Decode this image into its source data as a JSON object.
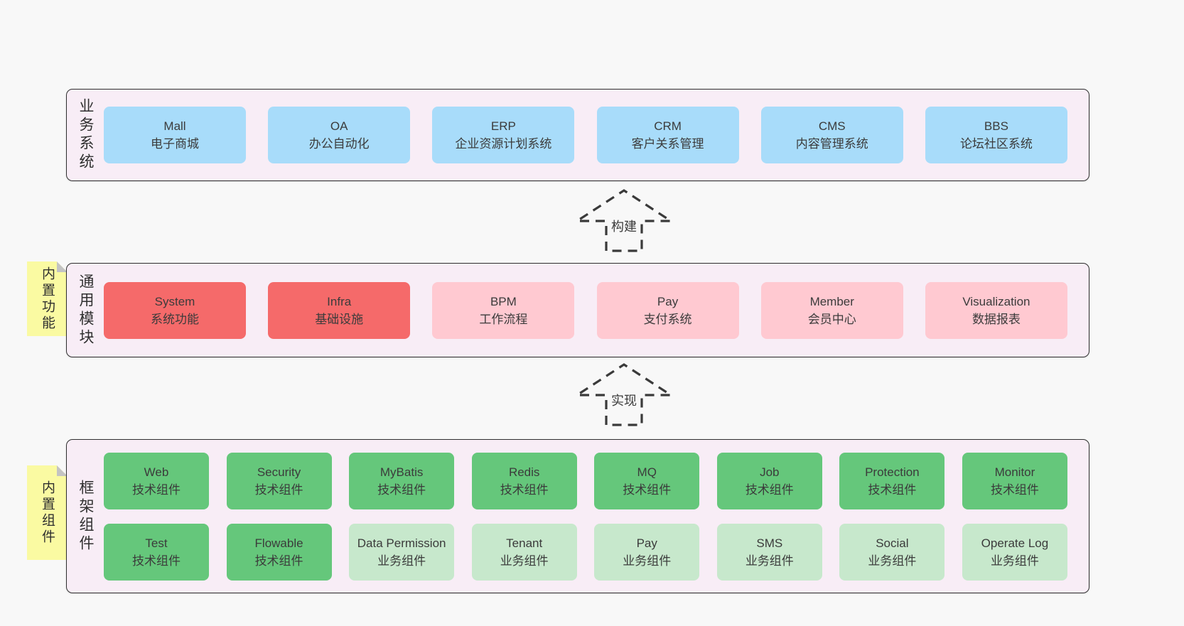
{
  "colors": {
    "page_bg": "#f8f8f8",
    "band_bg": "#f8edf6",
    "band_border": "#2f2f2f",
    "blue": "#a8dcfa",
    "red": "#f56a6a",
    "pink": "#ffc9d1",
    "green_dark": "#65c77b",
    "green_light": "#c7e8cc",
    "sticky_yellow": "#fafaa2",
    "fold_gray": "#c3c3c3",
    "arrow": "#3a3a3a",
    "text": "#3b3b3b"
  },
  "band_business": {
    "label": "业务系统",
    "boxes": [
      {
        "en": "Mall",
        "zh": "电子商城"
      },
      {
        "en": "OA",
        "zh": "办公自动化"
      },
      {
        "en": "ERP",
        "zh": "企业资源计划系统"
      },
      {
        "en": "CRM",
        "zh": "客户关系管理"
      },
      {
        "en": "CMS",
        "zh": "内容管理系统"
      },
      {
        "en": "BBS",
        "zh": "论坛社区系统"
      }
    ]
  },
  "arrow_build": {
    "label": "构建"
  },
  "band_modules": {
    "label": "通用模块",
    "sticky": "内置功能",
    "boxes": [
      {
        "en": "System",
        "zh": "系统功能",
        "variant": "red"
      },
      {
        "en": "Infra",
        "zh": "基础设施",
        "variant": "red"
      },
      {
        "en": "BPM",
        "zh": "工作流程",
        "variant": "pink"
      },
      {
        "en": "Pay",
        "zh": "支付系统",
        "variant": "pink"
      },
      {
        "en": "Member",
        "zh": "会员中心",
        "variant": "pink"
      },
      {
        "en": "Visualization",
        "zh": "数据报表",
        "variant": "pink"
      }
    ]
  },
  "arrow_implement": {
    "label": "实现"
  },
  "band_framework": {
    "label": "框架组件",
    "sticky": "内置组件",
    "row1": [
      {
        "en": "Web",
        "zh": "技术组件",
        "variant": "dark"
      },
      {
        "en": "Security",
        "zh": "技术组件",
        "variant": "dark"
      },
      {
        "en": "MyBatis",
        "zh": "技术组件",
        "variant": "dark"
      },
      {
        "en": "Redis",
        "zh": "技术组件",
        "variant": "dark"
      },
      {
        "en": "MQ",
        "zh": "技术组件",
        "variant": "dark"
      },
      {
        "en": "Job",
        "zh": "技术组件",
        "variant": "dark"
      },
      {
        "en": "Protection",
        "zh": "技术组件",
        "variant": "dark"
      },
      {
        "en": "Monitor",
        "zh": "技术组件",
        "variant": "dark"
      }
    ],
    "row2": [
      {
        "en": "Test",
        "zh": "技术组件",
        "variant": "dark"
      },
      {
        "en": "Flowable",
        "zh": "技术组件",
        "variant": "dark"
      },
      {
        "en": "Data Permission",
        "zh": "业务组件",
        "variant": "light"
      },
      {
        "en": "Tenant",
        "zh": "业务组件",
        "variant": "light"
      },
      {
        "en": "Pay",
        "zh": "业务组件",
        "variant": "light"
      },
      {
        "en": "SMS",
        "zh": "业务组件",
        "variant": "light"
      },
      {
        "en": "Social",
        "zh": "业务组件",
        "variant": "light"
      },
      {
        "en": "Operate Log",
        "zh": "业务组件",
        "variant": "light"
      }
    ]
  }
}
